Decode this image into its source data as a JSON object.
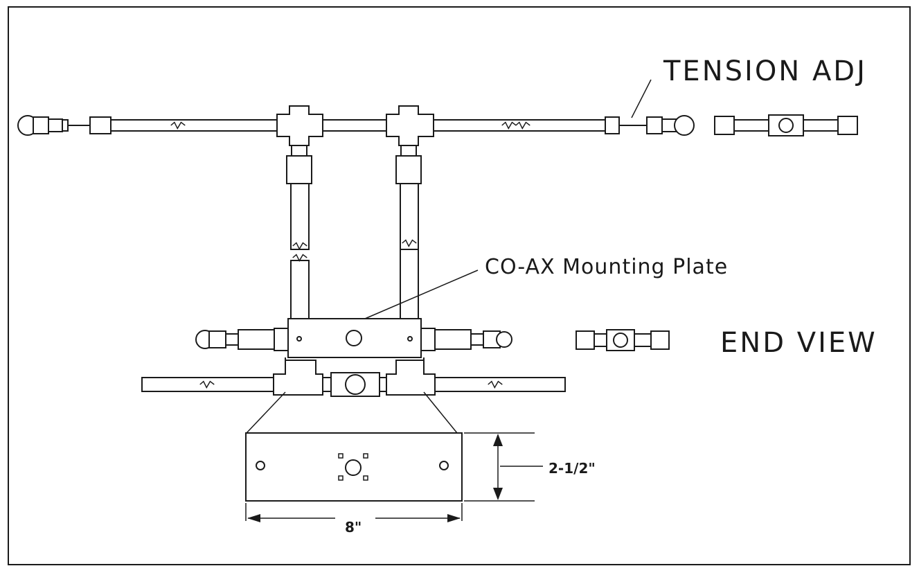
{
  "labels": {
    "tension_adj": "TENSION  ADJ",
    "coax_plate": "CO-AX Mounting Plate",
    "end_view": "END VIEW",
    "plate_height": "2-1/2\"",
    "plate_width": "8\""
  },
  "colors": {
    "line": "#1a1a1a",
    "paper": "#ffffff"
  }
}
